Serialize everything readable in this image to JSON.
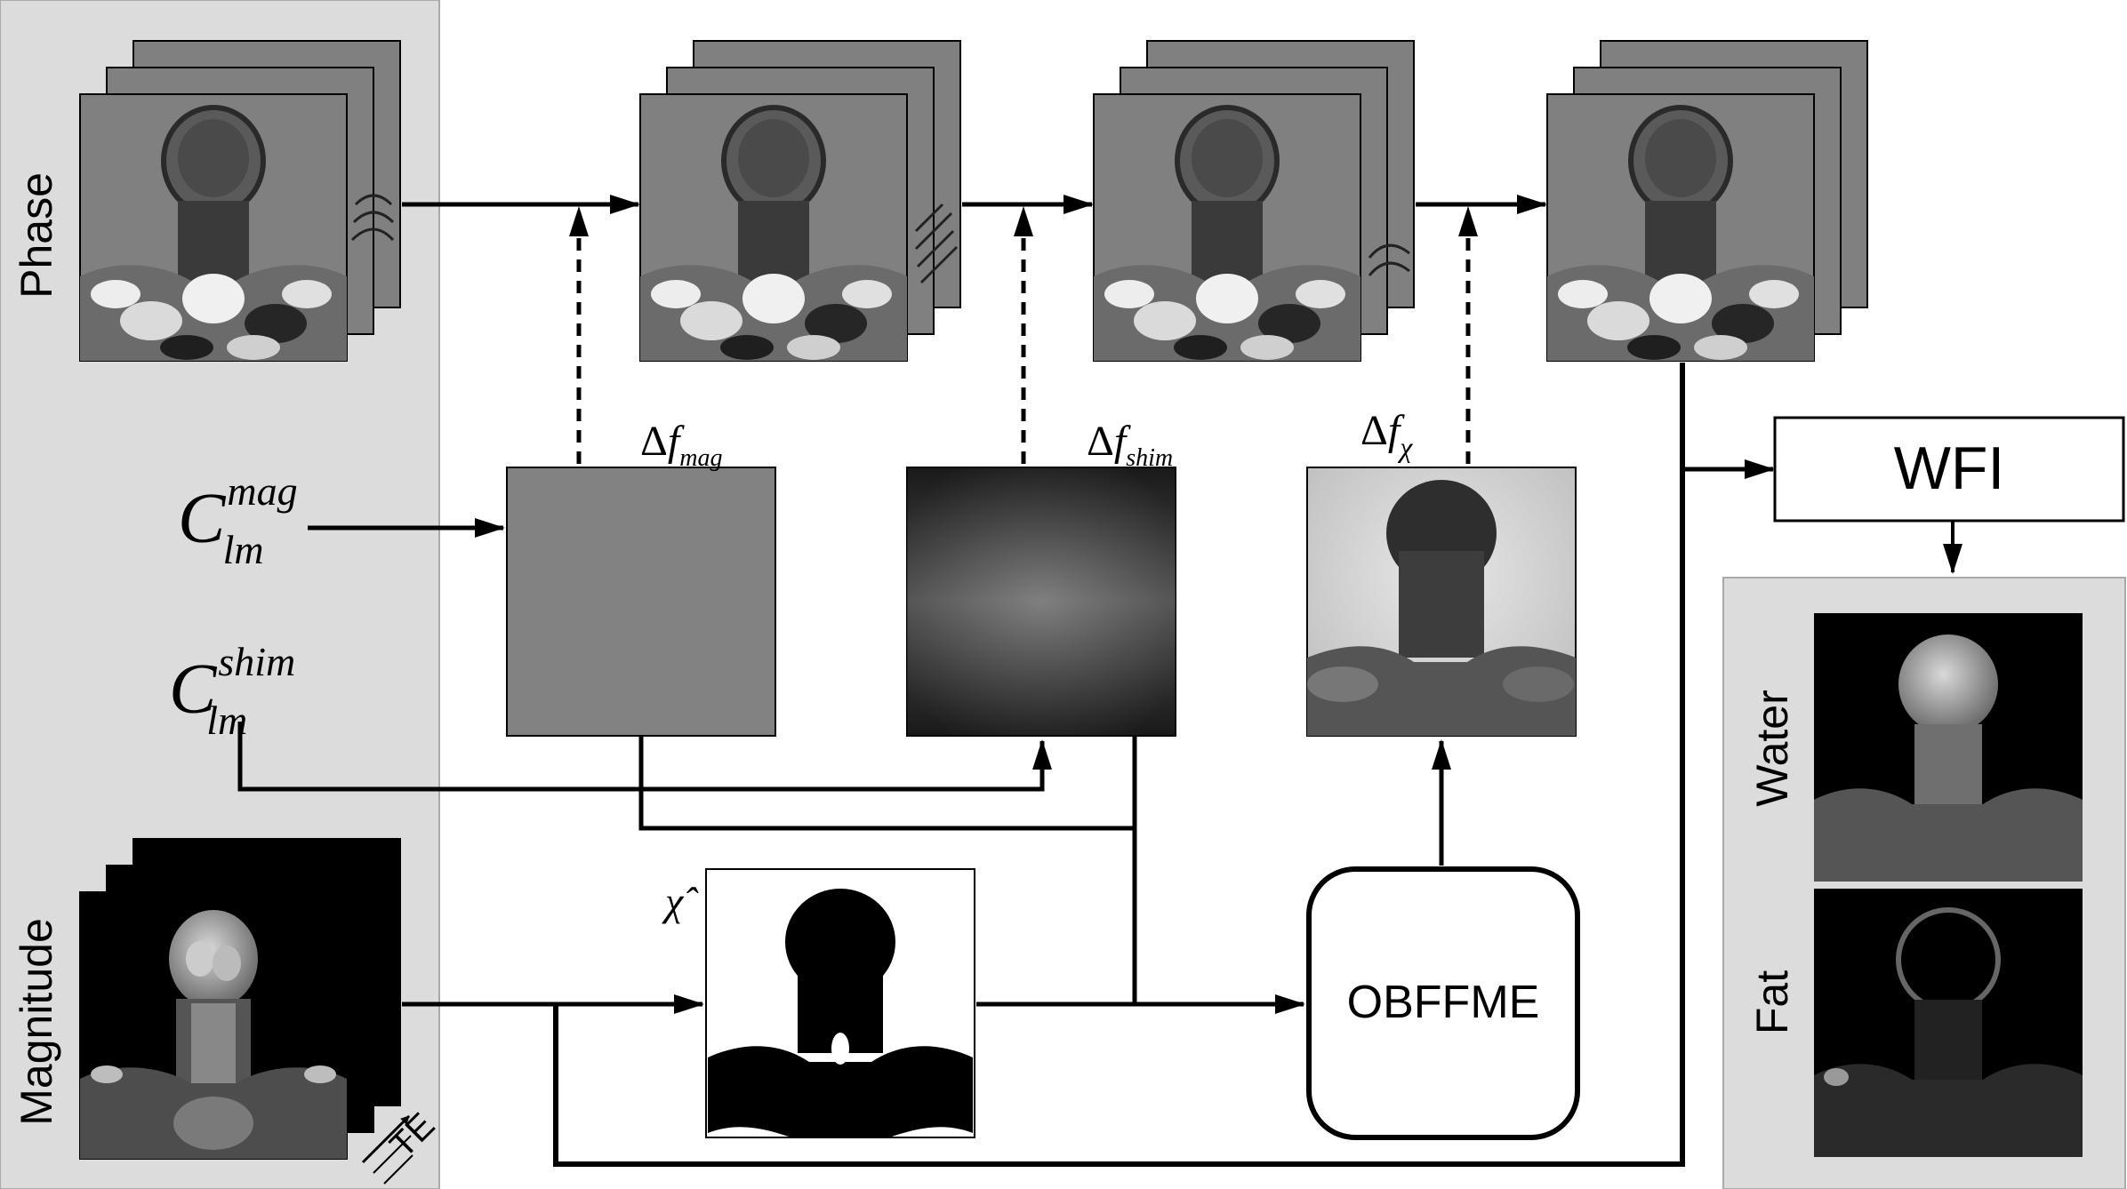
{
  "labels": {
    "phase": "Phase",
    "magnitude": "Magnitude",
    "te": "TE",
    "water": "Water",
    "fat": "Fat",
    "wfi": "WFI",
    "obffme": "OBFFME",
    "c_base": "C",
    "c_sub": "lm",
    "c_mag_sup": "mag",
    "c_shim_sup": "shim",
    "delta": "Δ",
    "f": "f",
    "df_mag_sub": "mag",
    "df_shim_sub": "shim",
    "df_chi_sub": "χ",
    "chi_hat": "χ̂"
  },
  "colors": {
    "panel_gray": "#dcdcdc",
    "panel_border": "#aaaaaa",
    "stroke": "#000000",
    "phase_bg": "#7f7f7f"
  }
}
